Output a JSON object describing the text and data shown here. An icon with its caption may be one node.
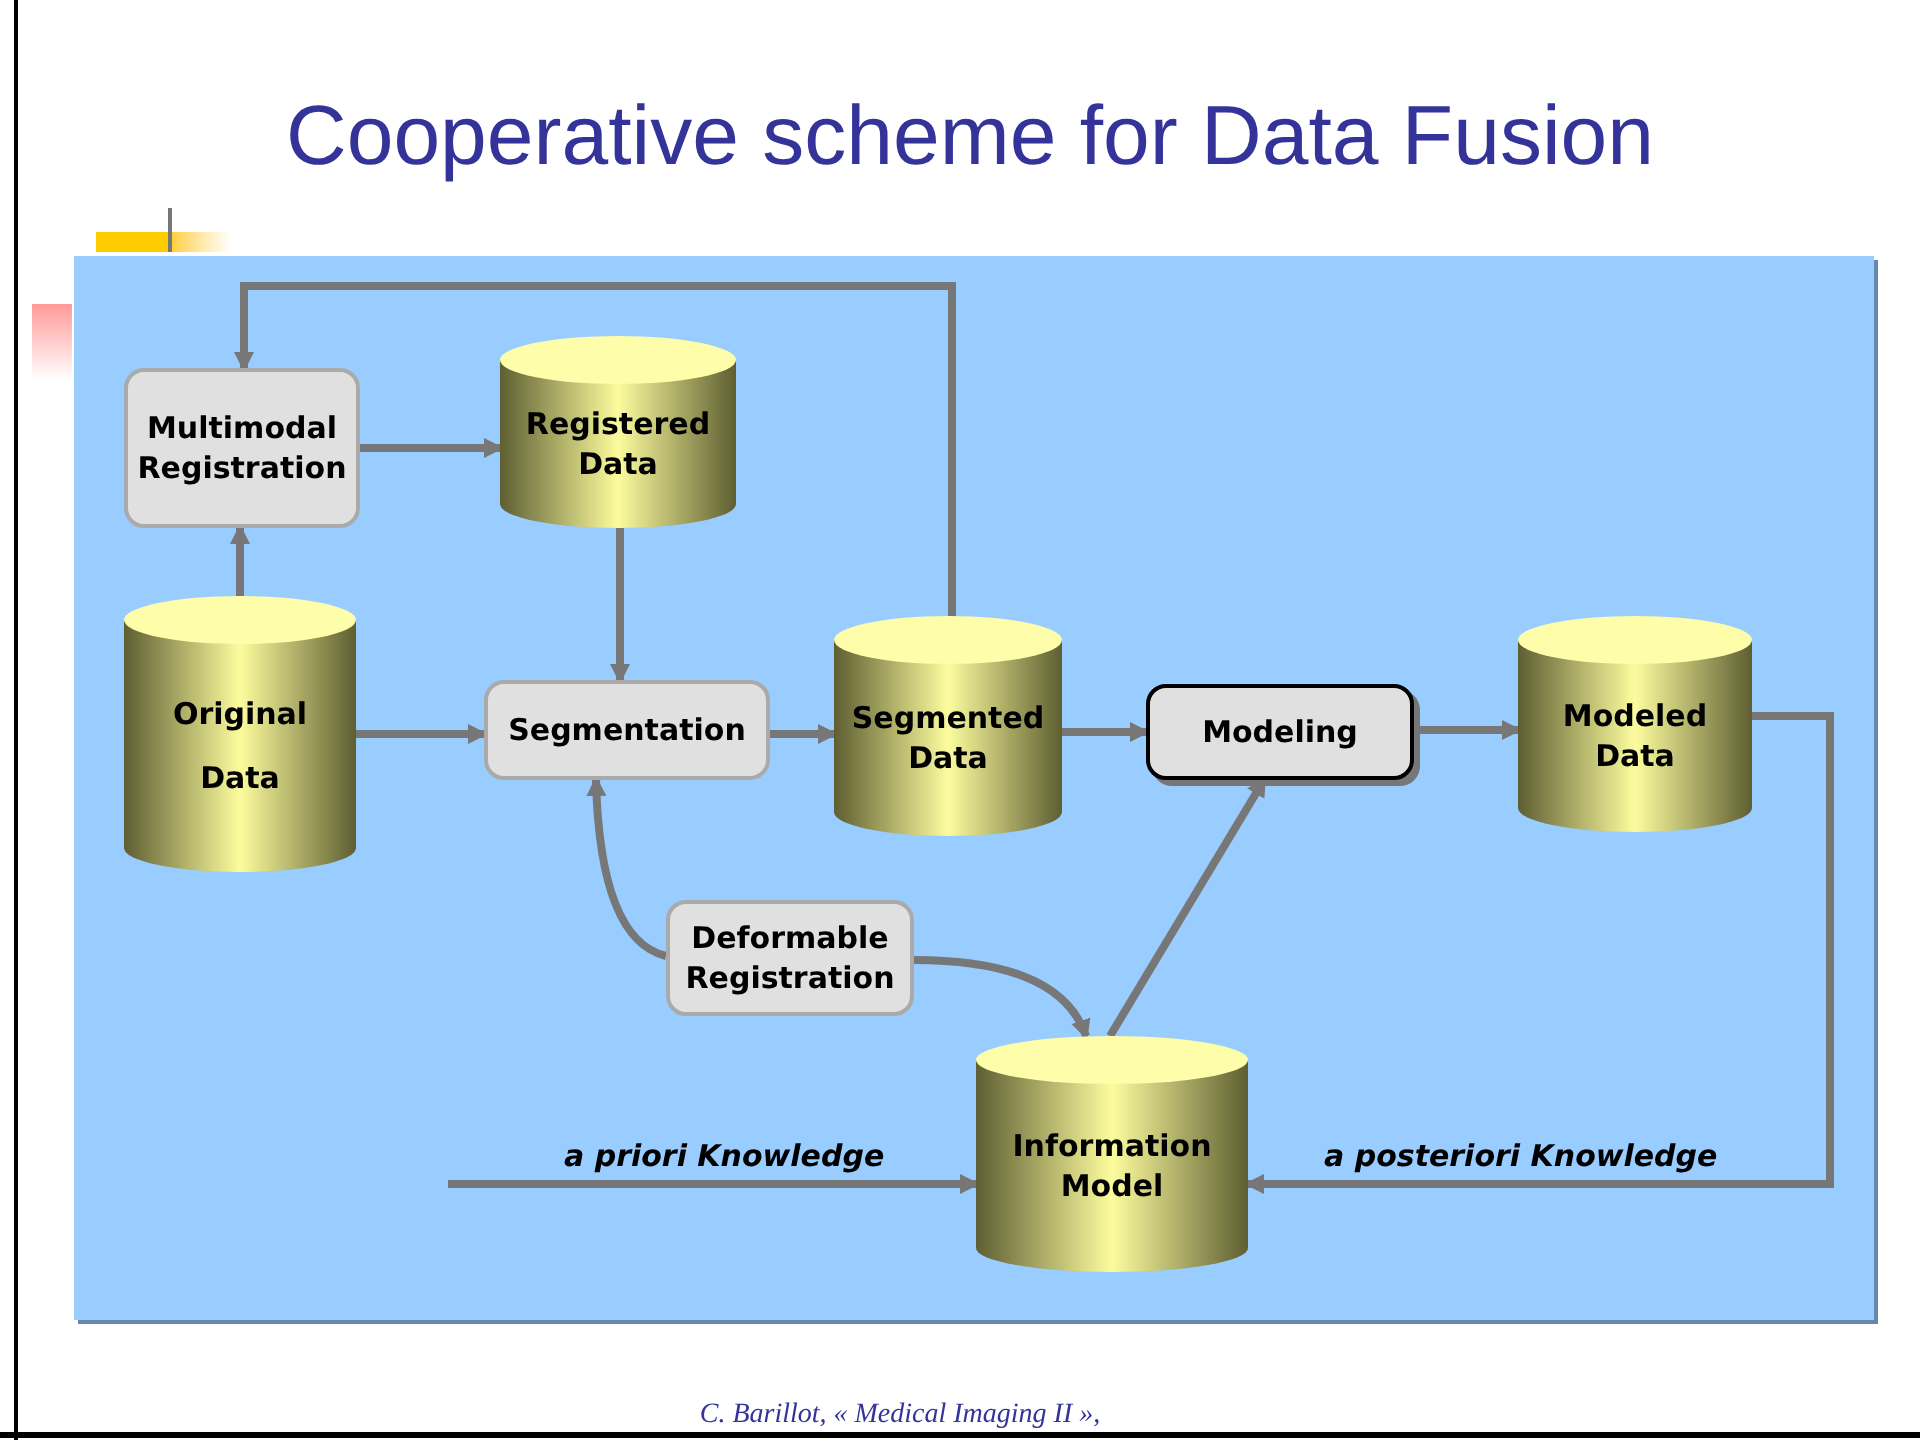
{
  "diagram": {
    "title": "Cooperative scheme for Data Fusion",
    "caption": "C. Barillot, « Medical Imaging II »,",
    "nodes": [
      {
        "text": [
          "Multimodal Registration"
        ]
      },
      {
        "text": [
          "Registered Data"
        ]
      },
      {
        "text": [
          "Original Data"
        ]
      },
      {
        "text": [
          "Segmentation"
        ]
      },
      {
        "text": [
          "Segmented Data"
        ]
      },
      {
        "text": [
          "Modeling"
        ]
      },
      {
        "text": [
          "Modeled Data"
        ]
      },
      {
        "text": [
          "Deformable Registration"
        ]
      },
      {
        "text": [
          "Information Model"
        ]
      }
    ],
    "edges": [
      {
        "from": 2,
        "to": 0,
        "arrow": "to"
      },
      {
        "from": 0,
        "to": 1,
        "arrow": "to"
      },
      {
        "from": 1,
        "to": 3,
        "arrow": "to"
      },
      {
        "from": 2,
        "to": 3,
        "arrow": "to"
      },
      {
        "from": 3,
        "to": 4,
        "arrow": "to"
      },
      {
        "from": 4,
        "to": 0,
        "arrow": "to"
      },
      {
        "from": 4,
        "to": 5,
        "arrow": "to"
      },
      {
        "from": 5,
        "to": 6,
        "arrow": "to"
      },
      {
        "from": 7,
        "to": 3,
        "arrow": "to"
      },
      {
        "from": 7,
        "to": 8,
        "arrow": "to"
      },
      {
        "from": 8,
        "to": 5,
        "arrow": "to"
      },
      {
        "from": 6,
        "to": 8,
        "arrow": "to",
        "label": "a posteriori Knowledge"
      },
      {
        "from": null,
        "to": 8,
        "arrow": "to",
        "label": "a priori Knowledge"
      }
    ]
  }
}
